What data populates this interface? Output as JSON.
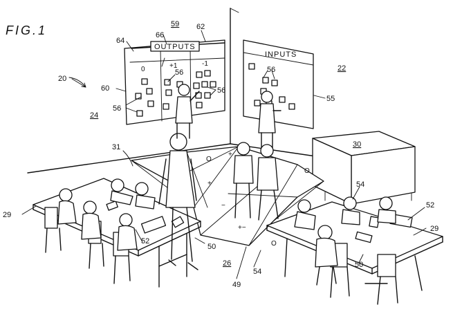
{
  "figure": {
    "title": "FIG.1"
  },
  "boards": {
    "outputs": {
      "title": "OUTPUTS",
      "columns": [
        "0",
        "+1",
        "-1"
      ]
    },
    "inputs": {
      "title": "INPUTS"
    }
  },
  "refs": {
    "r20": "20",
    "r22": "22",
    "r24": "24",
    "r26": "26",
    "r29a": "29",
    "r29b": "29",
    "r30": "30",
    "r31": "31",
    "r49": "49",
    "r50a": "50",
    "r50b": "50",
    "r52a": "52",
    "r52b": "52",
    "r54a": "54",
    "r54b": "54",
    "r55": "55",
    "r56a": "56",
    "r56b": "56",
    "r56c": "56",
    "r56d": "56",
    "r59": "59",
    "r60": "60",
    "r62": "62",
    "r64": "64",
    "r66": "66"
  }
}
